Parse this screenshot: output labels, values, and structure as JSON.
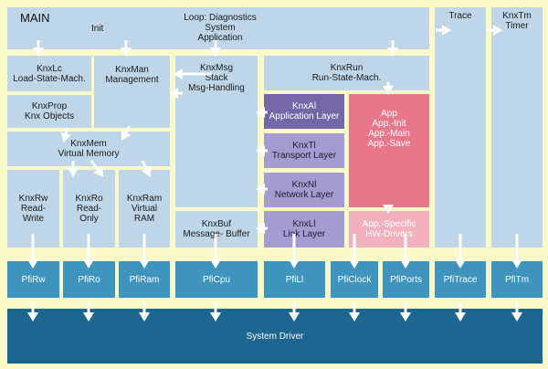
{
  "main": {
    "label": "MAIN",
    "init": "Init"
  },
  "loop": {
    "lines": [
      "Loop: Diagnostics",
      "System",
      "Application"
    ]
  },
  "trace": {
    "lines": [
      "Trace"
    ]
  },
  "timer": {
    "lines": [
      "KnxTm",
      "Timer"
    ]
  },
  "knxlc": {
    "lines": [
      "KnxLc",
      "Load-State-Mach."
    ]
  },
  "knxman": {
    "lines": [
      "KnxMan",
      "Management"
    ]
  },
  "knxmsg": {
    "lines": [
      "KnxMsg",
      "",
      "Stack",
      "Msg-Handling"
    ]
  },
  "knxrun": {
    "lines": [
      "KnxRun",
      "Run-State-Mach."
    ]
  },
  "knxprop": {
    "lines": [
      "KnxProp",
      "Knx Objects"
    ]
  },
  "knxal": {
    "lines": [
      "KnxAl",
      "Application Layer"
    ]
  },
  "knxtl": {
    "lines": [
      "KnxTl",
      "Transport Layer"
    ]
  },
  "knxnl": {
    "lines": [
      "KnxNl",
      "Network Layer"
    ]
  },
  "knxll": {
    "lines": [
      "KnxLl",
      "Link Layer"
    ]
  },
  "app": {
    "lines": [
      "App",
      "",
      "App.-Init",
      "App.-Main",
      "App.-Save"
    ]
  },
  "hw": {
    "lines": [
      "App.-Specific",
      "HW-Drivers"
    ]
  },
  "knxmem": {
    "lines": [
      "KnxMem",
      "Virtual Memory"
    ]
  },
  "knxrw": {
    "lines": [
      "KnxRw",
      "Read-",
      "Write"
    ]
  },
  "knxro": {
    "lines": [
      "KnxRo",
      "Read-",
      "Only"
    ]
  },
  "knxram": {
    "lines": [
      "KnxRam",
      "Virtual",
      "RAM"
    ]
  },
  "knxbuf": {
    "lines": [
      "KnxBuf",
      "Message- Buffer"
    ]
  },
  "pfi": {
    "rw": "PfiRw",
    "ro": "PfiRo",
    "ram": "PfiRam",
    "cpu": "PfiCpu",
    "ll": "PfiLl",
    "clock": "PfiClock",
    "ports": "PfiPorts",
    "trace": "PfiTrace",
    "tm": "PfiTm"
  },
  "sys": {
    "label": "System Driver"
  },
  "colors": {
    "background": "#fafac8",
    "module": "#bed6e7",
    "layer": "#a49cd0",
    "app_layer": "#7467a8",
    "app": "#e9778b",
    "hw": "#f3b1be",
    "pfi": "#3f94bd",
    "system": "#1c6690",
    "arrow": "#ffffff"
  }
}
